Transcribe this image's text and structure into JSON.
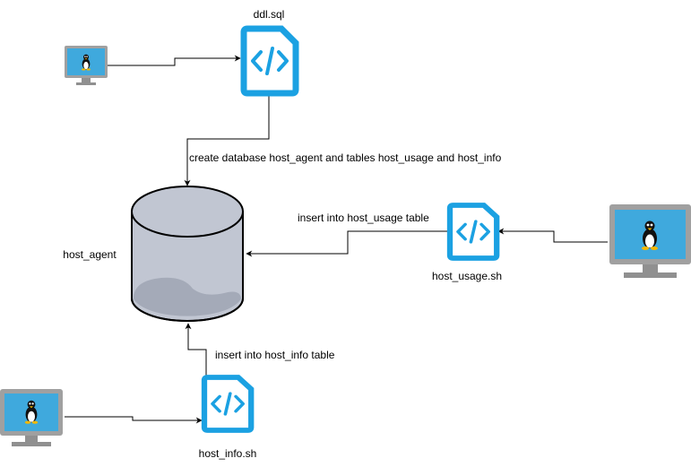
{
  "nodes": {
    "ddl": {
      "label": "ddl.sql",
      "icon": "code-file-icon"
    },
    "database": {
      "label": "host_agent",
      "icon": "database-cylinder-icon"
    },
    "host_usage": {
      "label": "host_usage.sh",
      "icon": "code-file-icon"
    },
    "host_info": {
      "label": "host_info.sh",
      "icon": "code-file-icon"
    },
    "computers": {
      "icon": "linux-monitor-icon",
      "count": 3
    }
  },
  "edges": {
    "ddl_to_db": "create database host_agent and tables host_usage and host_info",
    "usage_to_db": "insert into host_usage table",
    "info_to_db": "insert into host_info table"
  },
  "colors": {
    "file_icon": "#1BA1E2",
    "db_fill": "#C1C6D2",
    "db_dark": "#A4AAB8",
    "monitor_frame": "#A0A0A0",
    "monitor_screen": "#3FA9DD",
    "edge": "#000000"
  }
}
